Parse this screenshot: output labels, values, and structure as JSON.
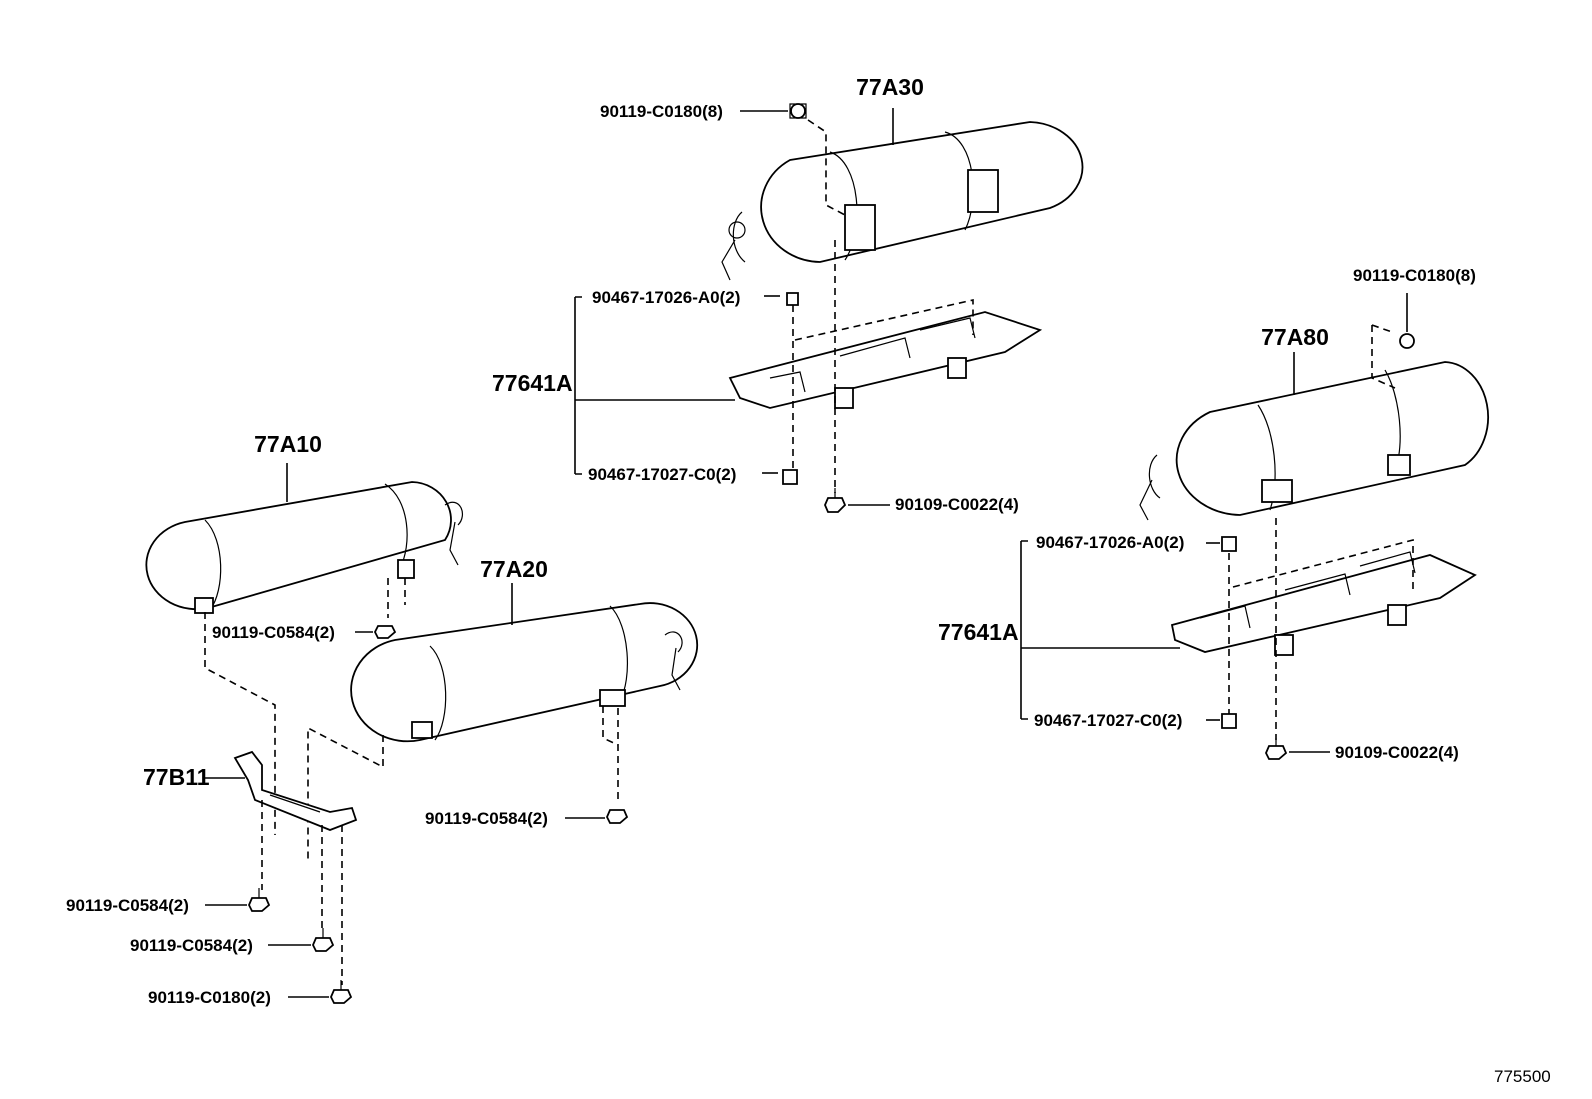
{
  "labels": {
    "a30": "77A30",
    "a10": "77A10",
    "a20": "77A20",
    "a80": "77A80",
    "b11": "77B11",
    "bracket_left": "77641A",
    "bracket_right": "77641A",
    "pn_top_bolt": "90119-C0180(8)",
    "pn_right_top_bolt": "90119-C0180(8)",
    "pn_c_upper_grommet": "90467-17026-A0(2)",
    "pn_c_lower_grommet": "90467-17027-C0(2)",
    "pn_c_bolt": "90109-C0022(4)",
    "pn_r_upper_grommet": "90467-17026-A0(2)",
    "pn_r_lower_grommet": "90467-17027-C0(2)",
    "pn_r_bolt": "90109-C0022(4)",
    "pn_a10_bolt": "90119-C0584(2)",
    "pn_a20_bolt": "90119-C0584(2)",
    "pn_b11_bolt1": "90119-C0584(2)",
    "pn_b11_bolt2": "90119-C0584(2)",
    "pn_b11_bolt3": "90119-C0180(2)",
    "figure_id": "775500"
  }
}
